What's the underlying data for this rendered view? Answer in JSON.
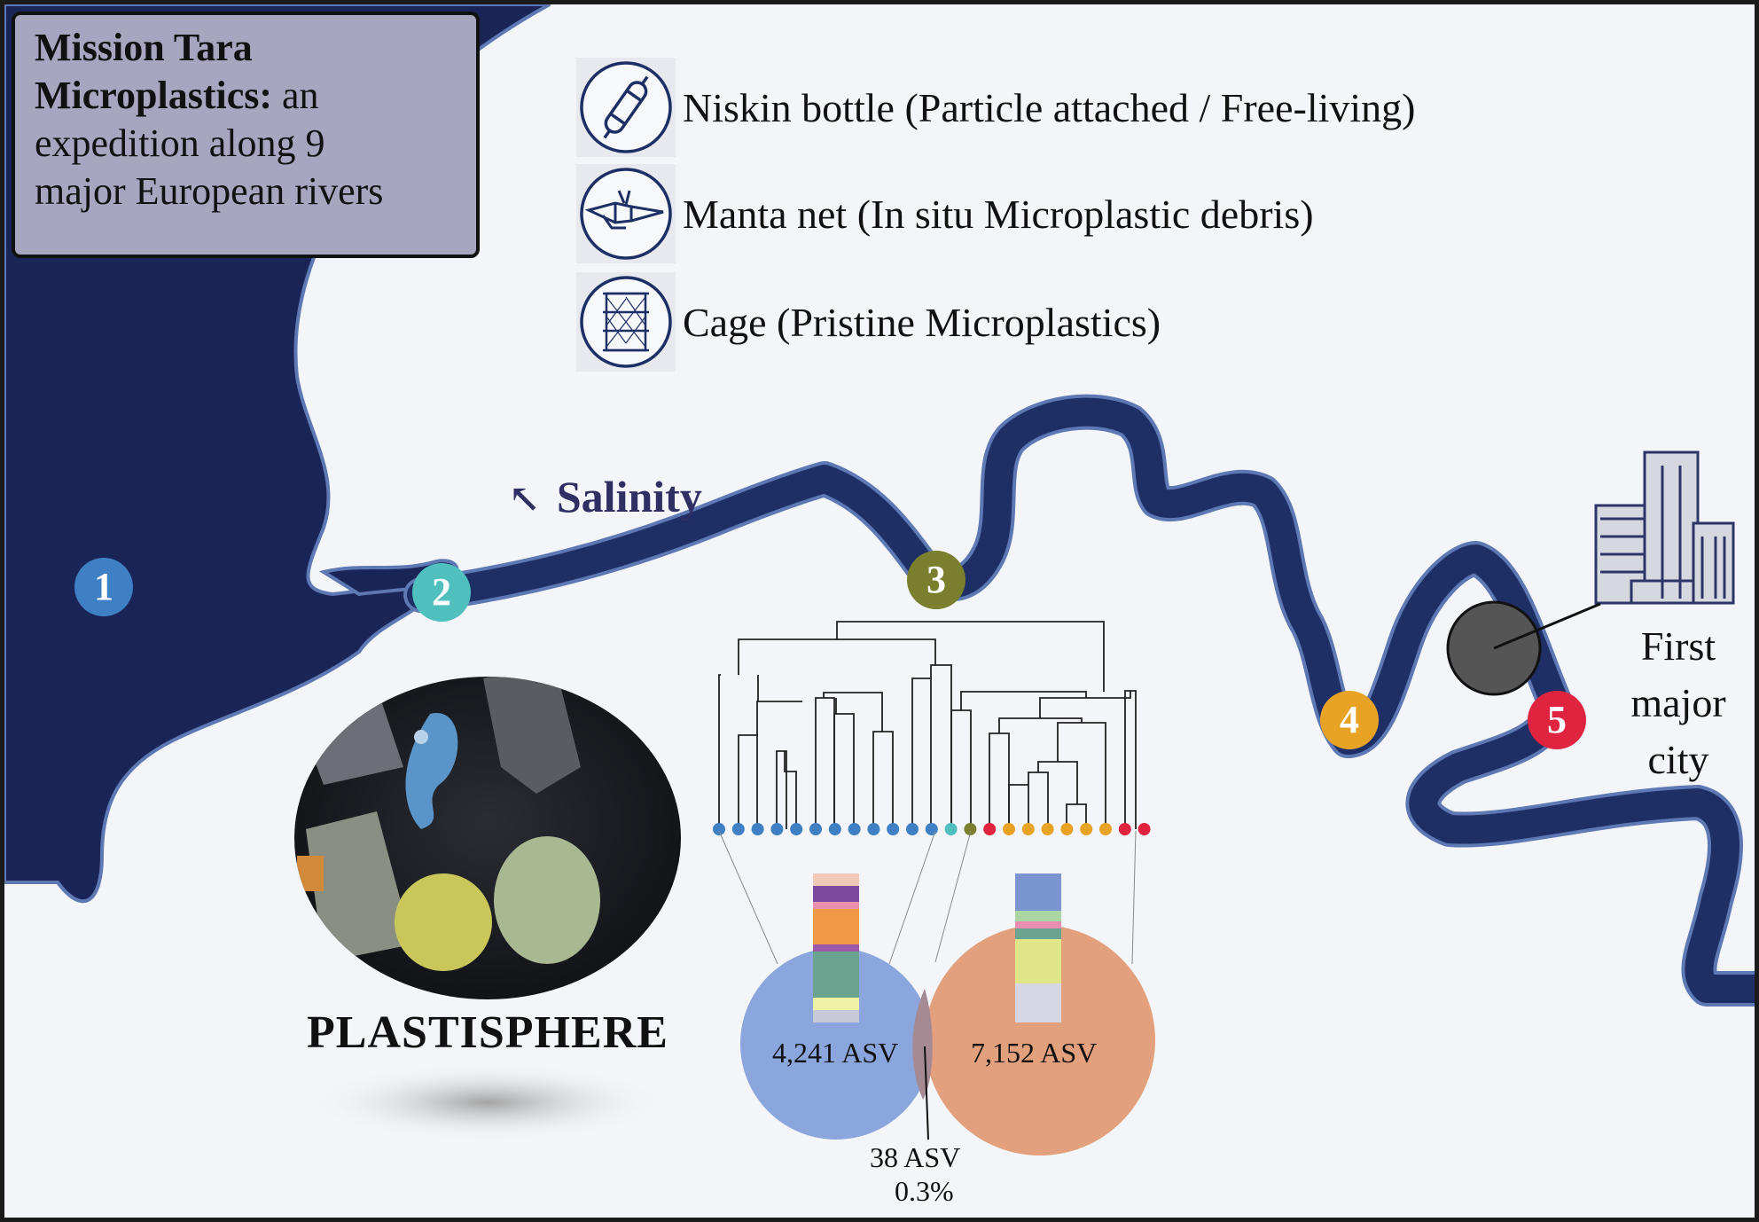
{
  "title": {
    "bold_line1": "Mission Tara",
    "bold_line2": "Microplastics:",
    "rest_line2": " an",
    "line3": "expedition along 9",
    "line4": "major European rivers"
  },
  "legend": [
    {
      "icon": "niskin-bottle-icon",
      "label": "Niskin bottle (Particle attached / Free-living)"
    },
    {
      "icon": "manta-net-icon",
      "label": "Manta net (In situ Microplastic debris)"
    },
    {
      "icon": "cage-icon",
      "label": "Cage (Pristine Microplastics)"
    }
  ],
  "salinity": {
    "arrow": "↖",
    "label": "Salinity"
  },
  "sites": [
    {
      "label": "1",
      "color": "#3f7fc4"
    },
    {
      "label": "2",
      "color": "#4fc0be"
    },
    {
      "label": "3",
      "color": "#7a7f2e"
    },
    {
      "label": "4",
      "color": "#e8a324"
    },
    {
      "label": "5",
      "color": "#e0243f"
    }
  ],
  "city": {
    "line1": "First",
    "line2": "major",
    "line3": "city"
  },
  "plastisphere_label": "PLASTISPHERE",
  "venn": {
    "left_label": "4,241 ASV",
    "right_label": "7,152 ASV",
    "overlap_label": "38 ASV",
    "overlap_percent": "0.3%"
  },
  "colors": {
    "sea": "#1a2557",
    "river": "#1e2f66",
    "background": "#f3f5f8",
    "title_box": "#a8a5c0",
    "venn_left": "#8aa6dc",
    "venn_right": "#e2a07c"
  },
  "dendrogram_leaves": [
    "#3f7fc4",
    "#3f7fc4",
    "#3f7fc4",
    "#3f7fc4",
    "#3f7fc4",
    "#3f7fc4",
    "#3f7fc4",
    "#3f7fc4",
    "#3f7fc4",
    "#3f7fc4",
    "#3f7fc4",
    "#3f7fc4",
    "#4fc0be",
    "#7a7f2e",
    "#e0243f",
    "#e8a324",
    "#e8a324",
    "#e8a324",
    "#e8a324",
    "#e8a324",
    "#e8a324",
    "#e0243f",
    "#e0243f"
  ]
}
